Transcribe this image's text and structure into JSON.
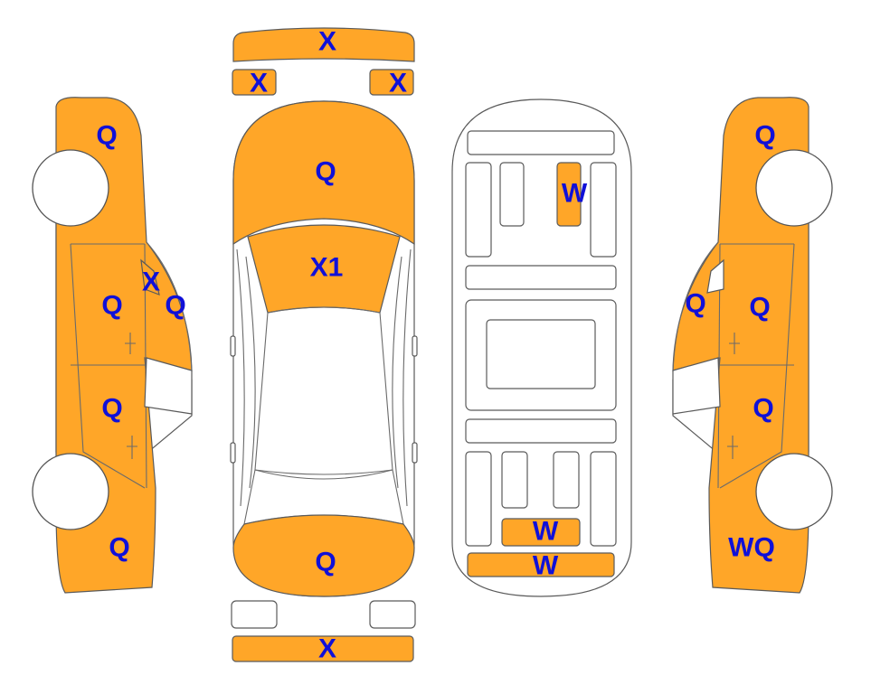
{
  "colors": {
    "damaged_panel": "#ffa628",
    "mark_text": "#1010d8",
    "outline": "#5a5a5a"
  },
  "marks": {
    "top_front_bar": "X",
    "top_left_small": "X",
    "top_right_small": "X",
    "hood": "Q",
    "windshield": "X1",
    "trunk": "Q",
    "rear_bumper": "X",
    "left_front_fender": "Q",
    "left_a_pillar": "X",
    "left_front_window": "Q",
    "left_front_door": "Q",
    "left_rear_door": "Q",
    "left_rear_fender": "Q",
    "under_center_part": "W",
    "under_rear_part": "W",
    "under_rear_bar": "W",
    "right_front_fender": "Q",
    "right_front_window": "Q",
    "right_front_door": "Q",
    "right_rear_door": "Q",
    "right_rear_fender": "WQ"
  }
}
